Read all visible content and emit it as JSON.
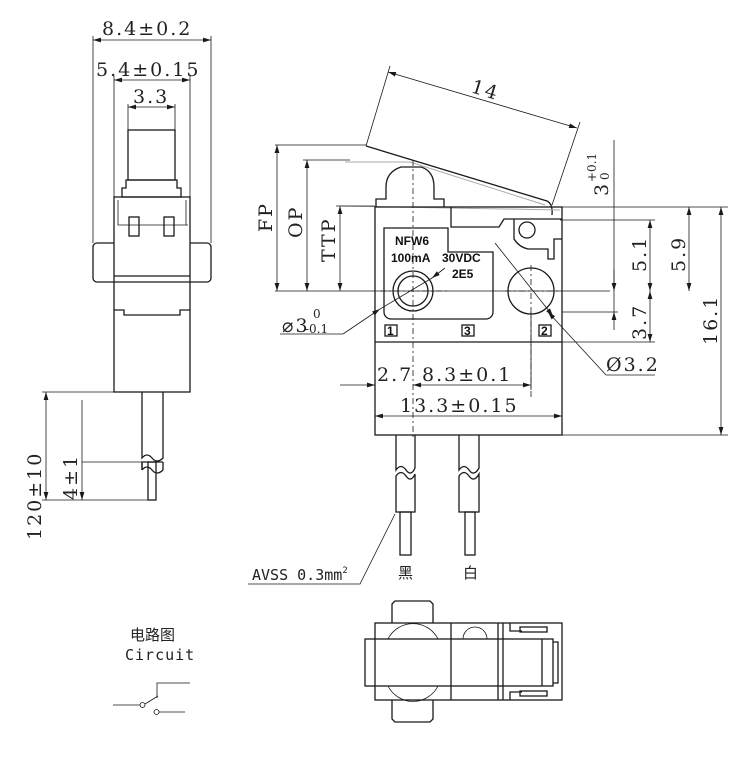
{
  "side_view": {
    "dim_width_overall": "8.4±0.2",
    "dim_width_body": "5.4±0.15",
    "dim_width_actuator": "3.3",
    "dim_cable_length": "120±10",
    "dim_strip_length": "4±1"
  },
  "front_view": {
    "marking": {
      "model": "NFW6",
      "current": "100mA",
      "voltage": "30VDC",
      "code": "2E5"
    },
    "terminals": [
      "1",
      "3",
      "2"
    ],
    "dim_lever_length": "14",
    "dim_fp": "FP",
    "dim_op": "OP",
    "dim_ttp": "TTP",
    "dim_hole_offset": {
      "base": "3",
      "upper": "+0.1",
      "lower": "0"
    },
    "dim_5_1": "5.1",
    "dim_5_9": "5.9",
    "dim_3_7": "3.7",
    "dim_16_1": "16.1",
    "dim_2_7": "2.7",
    "dim_hole_pitch": "8.3±0.1",
    "dim_body_length": "13.3±0.15",
    "dim_hole_small": {
      "base": "⌀3",
      "upper": "0",
      "lower": "-0.1"
    },
    "dim_hole_large": "Ø3.2",
    "wire_spec": "AVSS 0.3mm",
    "wire_spec_sup": "2",
    "wire_colors": [
      "黑",
      "白"
    ]
  },
  "circuit": {
    "title_cn": "电路图",
    "title_en": "Circuit"
  }
}
